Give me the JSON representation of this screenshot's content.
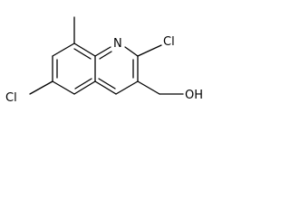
{
  "molecule": {
    "labels": {
      "n1": "N",
      "cl2": "Cl",
      "cl6": "Cl",
      "oh": "OH"
    }
  }
}
